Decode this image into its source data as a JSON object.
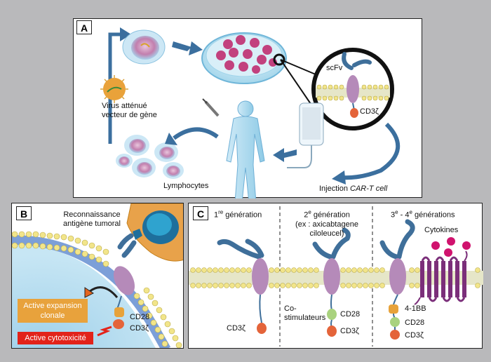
{
  "panel_a": {
    "label": "A",
    "virus_line1": "Virus atténué",
    "virus_line2": "vecteur de gène",
    "lymphocytes": "Lymphocytes",
    "scfv": "scFv",
    "cd3z": "CD3ζ",
    "injection_prefix": "Injection ",
    "injection_italic": "CAR-T cell"
  },
  "panel_b": {
    "label": "B",
    "recognition_line1": "Reconnaissance",
    "recognition_line2": "antigène tumoral",
    "expansion_line1": "Active expansion",
    "expansion_line2": "clonale",
    "cytotoxicity": "Active cytotoxicité",
    "cd28": "CD28",
    "cd3z": "CD3ζ"
  },
  "panel_c": {
    "label": "C",
    "gen1_num": "1",
    "gen1_sup": "re",
    "gen1_rest": " génération",
    "gen2_num": "2",
    "gen2_sup": "e",
    "gen2_rest": " génération",
    "gen2_line2": "(ex : axicabtagene",
    "gen2_line3": "ciloleucel)",
    "gen34_num3": "3",
    "gen34_sup1": "e",
    "gen34_mid": " - 4",
    "gen34_sup2": "e",
    "gen34_rest": " générations",
    "cytokines": "Cytokines",
    "costim_line1": "Co-",
    "costim_line2": "stimulateurs",
    "cd28": "CD28",
    "cd3z": "CD3ζ",
    "bb41": "4-1BB"
  },
  "colors": {
    "background": "#b9b9bb",
    "car_body": "#b58ab9",
    "antibody": "#3f6f9a",
    "cd3z": "#e4643a",
    "cd28": "#a9d27e",
    "bb41": "#e7a23a",
    "expansion_box": "#e8a23c",
    "cytotoxicity_box": "#e2231a",
    "membrane_head": "#f2e58a",
    "cytokine": "#d0136e"
  }
}
